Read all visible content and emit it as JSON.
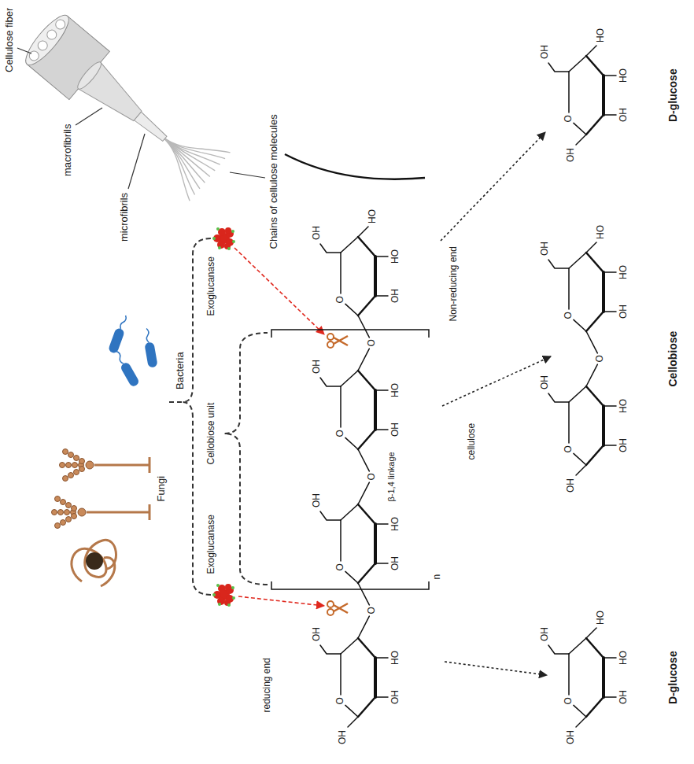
{
  "diagram": {
    "labels": [
      "Cellulose fiber",
      "macrofibrils",
      "microfibrils",
      "Chains of cellulose molecules",
      "Fungi",
      "Bacteria",
      "Exoglucanase",
      "Cellobiose unit",
      "Exoglucanase",
      "reducing end",
      "Non-reducing end",
      "β-1,4 linkage",
      "n",
      "cellulose",
      "D-glucose",
      "Cellobiose",
      "D-glucose",
      "O",
      "OH",
      "OH",
      "HO",
      "OH",
      "O",
      "O",
      "OH",
      "HO",
      "OH",
      "O",
      "O",
      "OH",
      "HO",
      "OH",
      "O",
      "O",
      "OH",
      "HO",
      "HO",
      "OH",
      "O",
      "OH",
      "OH",
      "HO",
      "HO",
      "OH",
      "O",
      "OH",
      "OH",
      "HO",
      "OH",
      "O",
      "O",
      "OH",
      "HO",
      "HO",
      "OH",
      "O",
      "OH",
      "OH",
      "HO",
      "HO",
      "OH"
    ]
  }
}
